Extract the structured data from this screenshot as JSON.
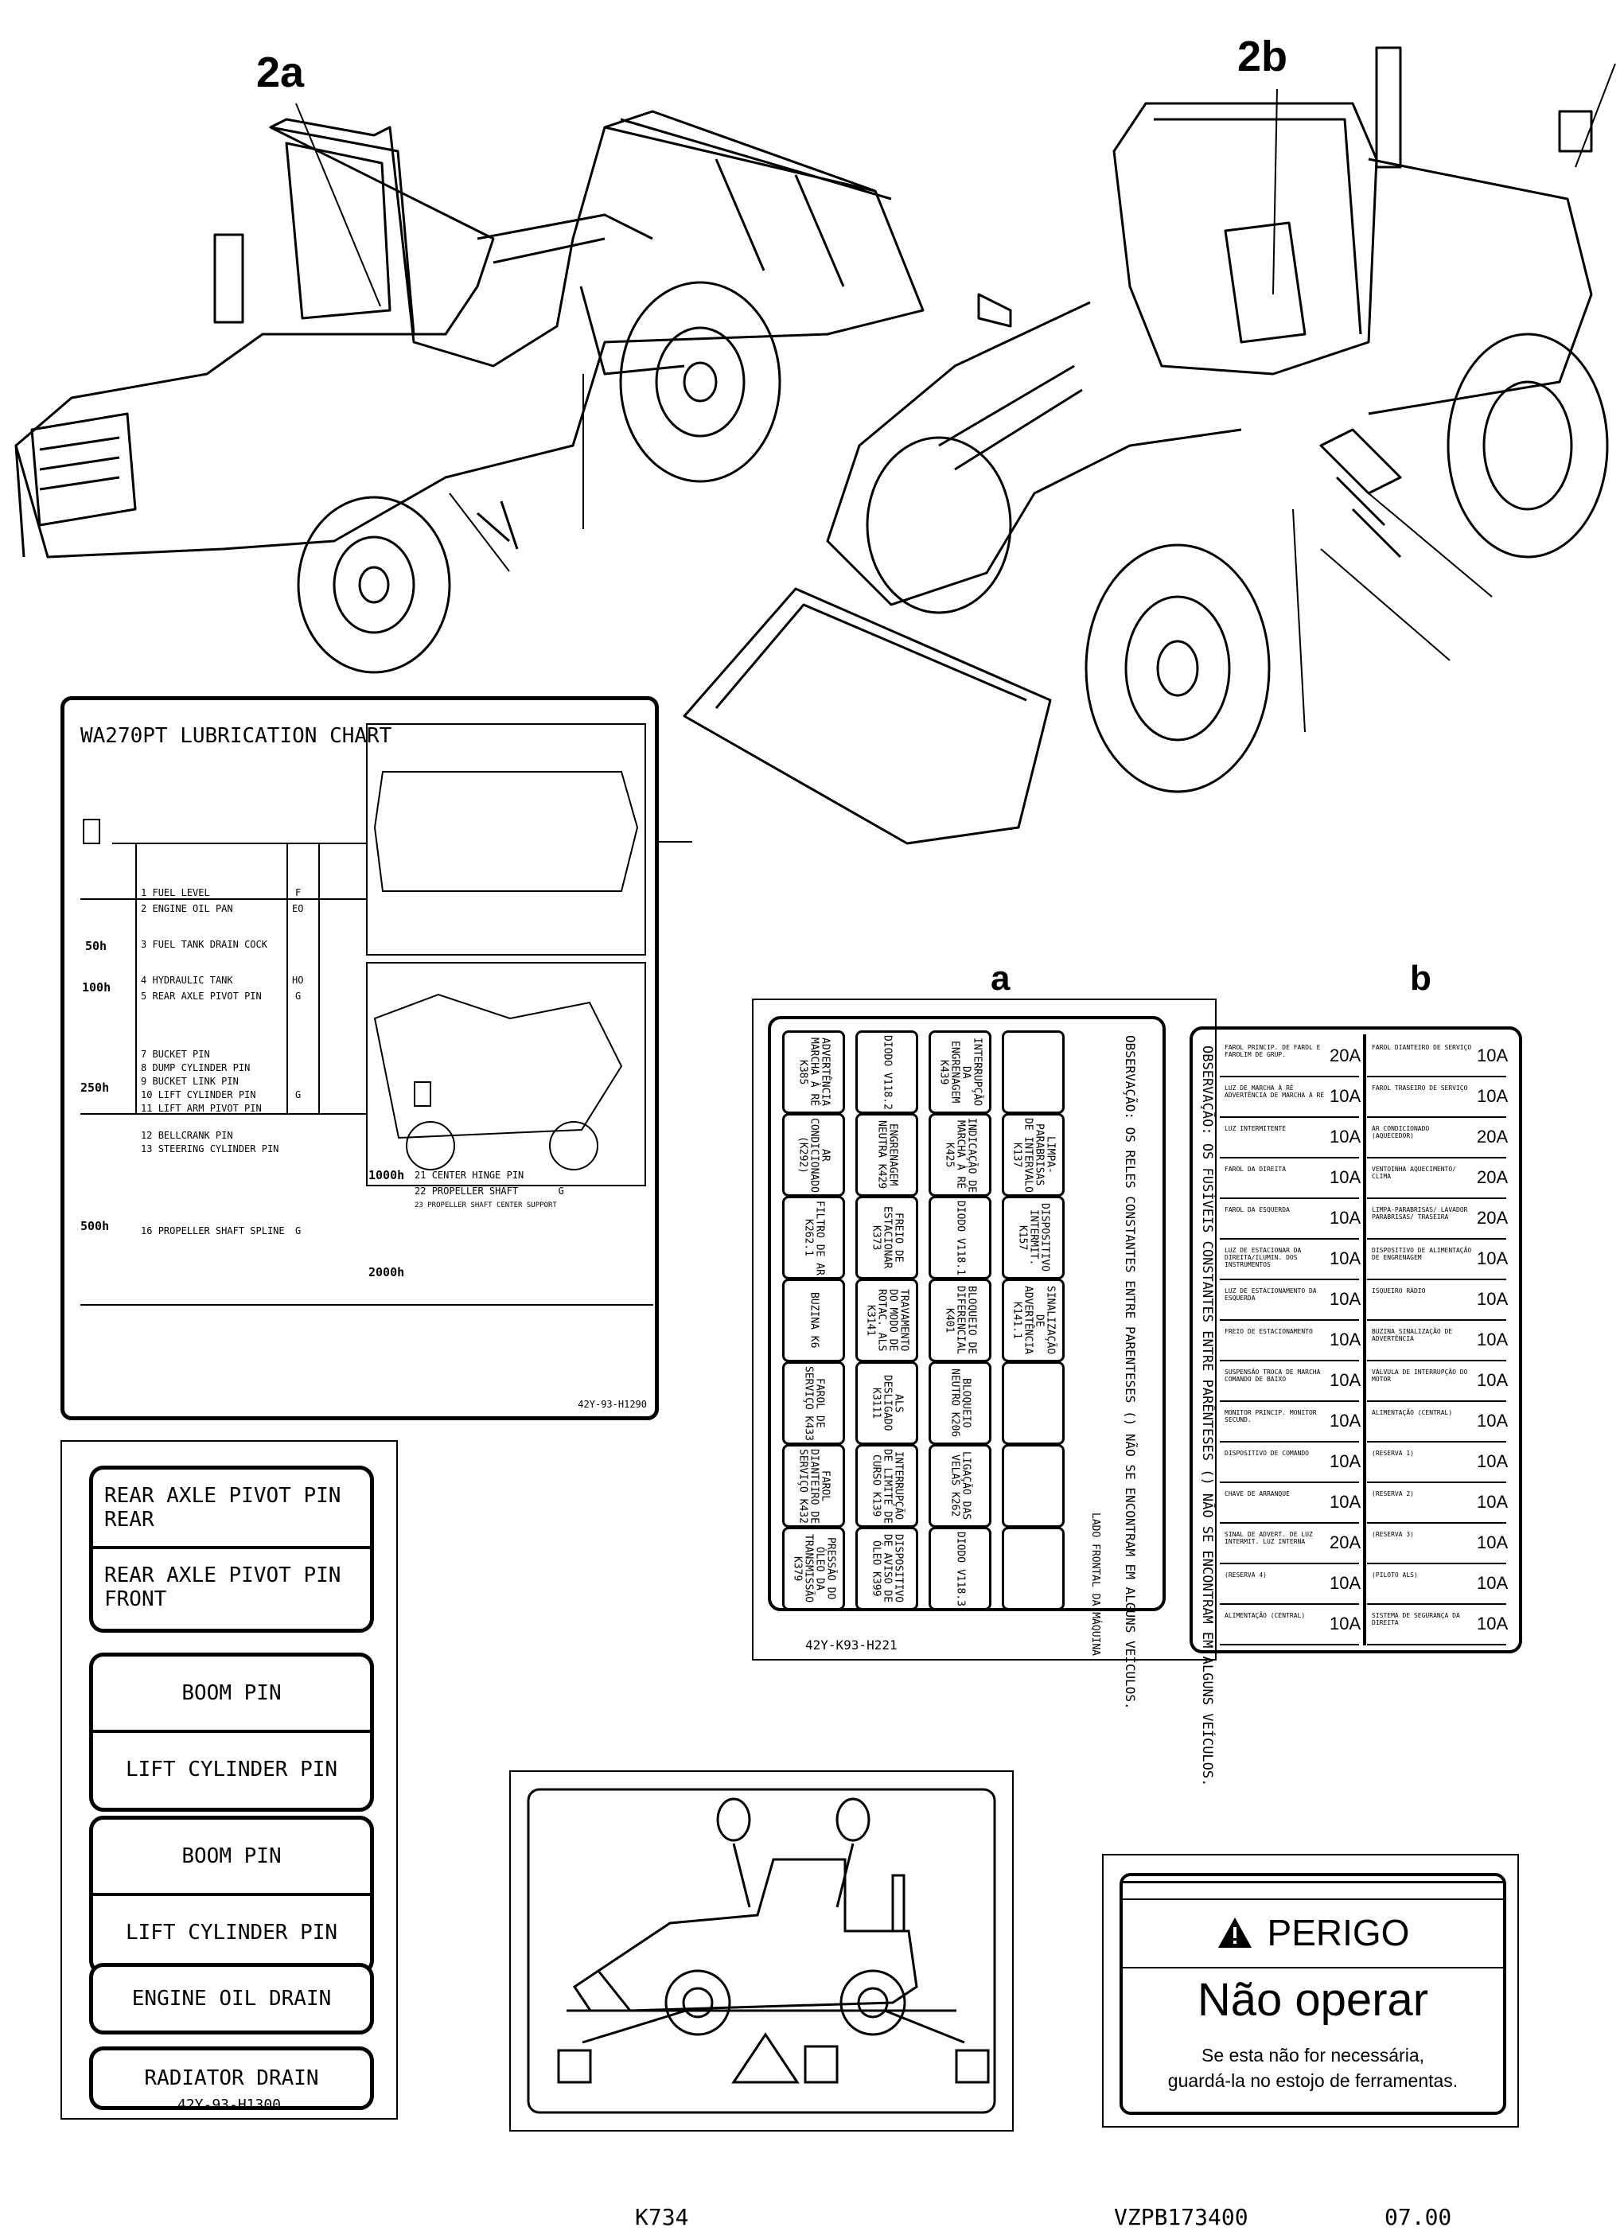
{
  "callouts": {
    "left": "2a",
    "right": "2b",
    "a": "a",
    "b": "b"
  },
  "lubrication_chart": {
    "title": "WA270PT LUBRICATION CHART",
    "rows": [
      {
        "n": "1",
        "label": "FUEL LEVEL",
        "code": "F"
      },
      {
        "n": "2",
        "label": "ENGINE OIL PAN",
        "code": "EO"
      },
      {
        "n": "3",
        "label": "FUEL TANK DRAIN COCK",
        "code": ""
      },
      {
        "n": "4",
        "label": "HYDRAULIC TANK",
        "code": "HO"
      },
      {
        "n": "5",
        "label": "REAR AXLE PIVOT PIN",
        "code": "G"
      },
      {
        "n": "7",
        "label": "BUCKET PIN",
        "code": ""
      },
      {
        "n": "8",
        "label": "DUMP CYLINDER PIN",
        "code": ""
      },
      {
        "n": "9",
        "label": "BUCKET LINK PIN",
        "code": ""
      },
      {
        "n": "10",
        "label": "LIFT CYLINDER PIN",
        "code": "G"
      },
      {
        "n": "11",
        "label": "LIFT ARM PIVOT PIN",
        "code": ""
      },
      {
        "n": "12",
        "label": "BELLCRANK PIN",
        "code": ""
      },
      {
        "n": "13",
        "label": "STEERING CYLINDER PIN",
        "code": ""
      },
      {
        "n": "16",
        "label": "PROPELLER SHAFT SPLINE",
        "code": "G"
      }
    ],
    "rows_right": [
      {
        "n": "21",
        "label": "CENTER HINGE PIN"
      },
      {
        "n": "22",
        "label": "PROPELLER SHAFT",
        "code": "G"
      },
      {
        "n": "23",
        "label": "PROPELLER SHAFT CENTER SUPPORT"
      }
    ],
    "intervals": [
      "50h",
      "100h",
      "250h",
      "500h",
      "1000h",
      "2000h"
    ],
    "part_number": "42Y-93-H1290"
  },
  "plates": [
    [
      "REAR AXLE PIVOT PIN REAR",
      "REAR AXLE PIVOT PIN FRONT"
    ],
    [
      "BOOM PIN",
      "LIFT CYLINDER PIN"
    ],
    [
      "BOOM PIN",
      "LIFT CYLINDER PIN"
    ],
    [
      "ENGINE OIL DRAIN"
    ],
    [
      "RADIATOR DRAIN"
    ]
  ],
  "plates_part_number": "42Y-93-H1300",
  "fuse_a": {
    "cells": [
      "ADVERTÊNCIA MARCHA À RÉ K385",
      "DIODO V118.2",
      "INTERRUPÇÃO DA ENGRENAGEM K439",
      "",
      "AR CONDICIONADO (K292)",
      "ENGRENAGEM NEUTRA K429",
      "INDICAÇÃO DE MARCHA À RÉ K425",
      "LIMPA-PARABRISAS DE INTERVALO K137",
      "FILTRO DE AR K262.1",
      "FREIO DE ESTACIONAR K373",
      "DIODO V118.1",
      "DISPOSITIVO INTERMIT. K157",
      "BUZINA K6",
      "TRAVAMENTO DO MODO DE ROTAC. ALS K3141",
      "BLOQUEIO DE DIFERENCIAL K401",
      "SINALIZAÇÃO DE ADVERTÊNCIA K141.1",
      "FAROL DE SERVIÇO K433",
      "ALS DESLIGADO K3111",
      "BLOQUEIO NEUTRO K206",
      "",
      "FAROL DIANTEIRO DE SERVIÇO K432",
      "INTERRUPÇÃO DE LIMITE DE CURSO K139",
      "LIGAÇÃO DAS VELAS K262",
      "",
      "PRESSÃO DO ÓLEO DA TRANSMISSÃO K379",
      "DISPOSITIVO DE AVISO DE ÓLEO K399",
      "DIODO V118.3",
      ""
    ],
    "note_relays": "OBSERVAÇÃO: OS RELES CONSTANTES ENTRE PARENTESES () NÃO SE ENCONTRAM EM ALGUNS VEÍCULOS.",
    "front_label": "LADO FRONTAL DA MÁQUINA",
    "part_number": "42Y-K93-H221"
  },
  "fuse_b": {
    "note": "OBSERVAÇÃO: OS FUSÍVEIS CONSTANTES ENTRE PARÊNTESES () NÃO SE ENCONTRAM EM ALGUNS VEÍCULOS.",
    "left": [
      {
        "label": "FAROL PRINCIP. DE FAROL E FAROLIM DE GRUP.",
        "amp": "20A"
      },
      {
        "label": "LUZ DE MARCHA À RÉ ADVERTÊNCIA DE MARCHA À RÉ",
        "amp": "10A"
      },
      {
        "label": "LUZ INTERMITENTE",
        "amp": "10A"
      },
      {
        "label": "FAROL DA DIREITA",
        "amp": "10A"
      },
      {
        "label": "FAROL DA ESQUERDA",
        "amp": "10A"
      },
      {
        "label": "LUZ DE ESTACIONAR DA DIREITA/ILUMIN. DOS INSTRUMENTOS",
        "amp": "10A"
      },
      {
        "label": "LUZ DE ESTACIONAMENTO DA ESQUERDA",
        "amp": "10A"
      },
      {
        "label": "FREIO DE ESTACIONAMENTO",
        "amp": "10A"
      },
      {
        "label": "SUSPENSÃO TROCA DE MARCHA COMANDO DE BAIXO",
        "amp": "10A"
      },
      {
        "label": "MONITOR PRINCIP. MONITOR SECUND.",
        "amp": "10A"
      },
      {
        "label": "DISPOSITIVO DE COMANDO",
        "amp": "10A"
      },
      {
        "label": "CHAVE DE ARRANQUE",
        "amp": "10A"
      },
      {
        "label": "SINAL DE ADVERT. DE LUZ INTERMIT. LUZ INTERNA",
        "amp": "20A"
      },
      {
        "label": "(RESERVA 4)",
        "amp": "10A"
      },
      {
        "label": "ALIMENTAÇÃO (CENTRAL)",
        "amp": "10A"
      }
    ],
    "right": [
      {
        "label": "FAROL DIANTEIRO DE SERVIÇO",
        "amp": "10A"
      },
      {
        "label": "FAROL TRASEIRO DE SERVIÇO",
        "amp": "10A"
      },
      {
        "label": "AR CONDICIONADO (AQUECEDOR)",
        "amp": "20A"
      },
      {
        "label": "VENTOINHA AQUECIMENTO/ CLIMA",
        "amp": "20A"
      },
      {
        "label": "LIMPA-PARABRISAS/ LAVADOR PARABRISAS/ TRASEIRA",
        "amp": "20A"
      },
      {
        "label": "DISPOSITIVO DE ALIMENTAÇÃO DE ENGRENAGEM",
        "amp": "10A"
      },
      {
        "label": "ISQUEIRO RÁDIO",
        "amp": "10A"
      },
      {
        "label": "BUZINA SINALIZAÇÃO DE ADVERTÊNCIA",
        "amp": "10A"
      },
      {
        "label": "VÁLVULA DE INTERRUPÇÃO DO MOTOR",
        "amp": "10A"
      },
      {
        "label": "ALIMENTAÇÃO (CENTRAL)",
        "amp": "10A"
      },
      {
        "label": "(RESERVA 1)",
        "amp": "10A"
      },
      {
        "label": "(RESERVA 2)",
        "amp": "10A"
      },
      {
        "label": "(RESERVA 3)",
        "amp": "10A"
      },
      {
        "label": "(PILOTO ALS)",
        "amp": "10A"
      },
      {
        "label": "SISTEMA DE SEGURANÇA DA DIREITA",
        "amp": "10A"
      }
    ]
  },
  "danger_label": {
    "heading": "PERIGO",
    "main": "Não operar",
    "line1": "Se esta não for necessária,",
    "line2": "guardá-la no estojo de ferramentas."
  },
  "footer": {
    "center": "K734",
    "code": "VZPB173400",
    "page": "07.00"
  }
}
